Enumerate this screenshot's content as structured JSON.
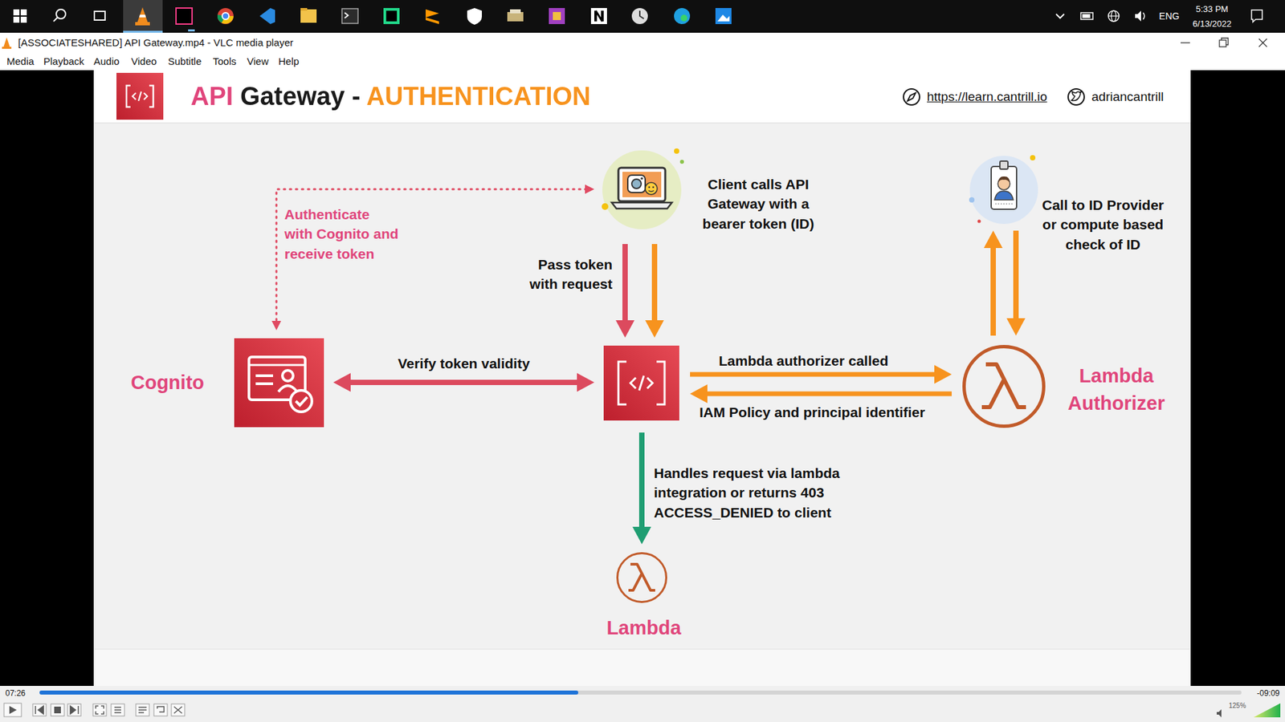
{
  "diagram": {
    "title": "API Gateway - AUTHENTICATION",
    "nodes": [
      {
        "text": [
          "Client calls API Gateway with a bearer token (ID)"
        ]
      },
      {
        "text": [
          "Call to ID Provider or compute based check of ID"
        ]
      },
      {
        "text": [
          "Cognito"
        ]
      },
      {
        "text": []
      },
      {
        "text": [
          "Lambda Authorizer"
        ]
      },
      {
        "text": [
          "Lambda"
        ]
      }
    ],
    "edges": [
      {
        "from": 0,
        "to": 2,
        "arrow": "both",
        "label": "Authenticate with Cognito and receive token"
      },
      {
        "from": 0,
        "to": 3,
        "arrow": "to",
        "label": "Pass token with request"
      },
      {
        "from": 0,
        "to": 3,
        "arrow": "to"
      },
      {
        "from": 2,
        "to": 3,
        "arrow": "both",
        "label": "Verify token validity"
      },
      {
        "from": 3,
        "to": 4,
        "arrow": "to",
        "label": "Lambda authorizer called"
      },
      {
        "from": 4,
        "to": 3,
        "arrow": "to",
        "label": "IAM Policy and principal identifier"
      },
      {
        "from": 4,
        "to": 1,
        "arrow": "to"
      },
      {
        "from": 1,
        "to": 4,
        "arrow": "to"
      },
      {
        "from": 3,
        "to": 5,
        "arrow": "to",
        "label": "Handles request via lambda integration or returns 403 ACCESS_DENIED to client"
      }
    ],
    "labels": [
      "[ASSOCIATESHARED] API Gateway.mp4 - VLC media player",
      "Media",
      "Playback",
      "Audio",
      "Video",
      "Subtitle",
      "Tools",
      "View",
      "Help",
      "https://learn.cantrill.io",
      "adriancantrill",
      "ENG",
      "5:33 PM",
      "6/13/2022",
      "07:26",
      "-09:09",
      "125%"
    ]
  }
}
